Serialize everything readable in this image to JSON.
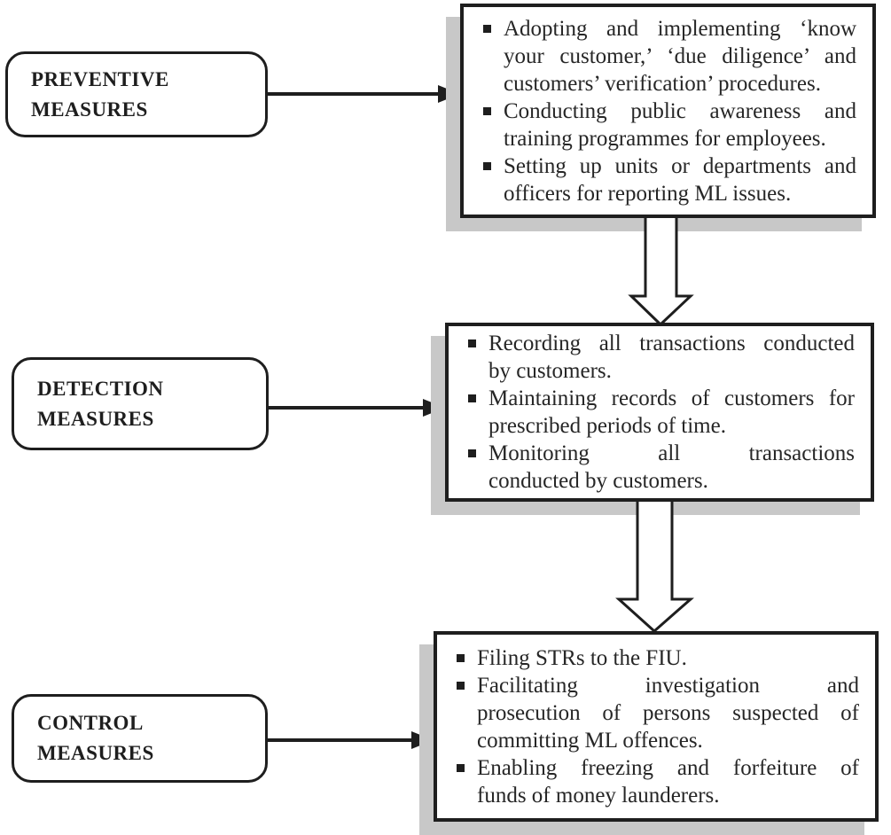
{
  "diagram": {
    "title_semantic": "Anti-money-laundering measures flow diagram",
    "rows": [
      {
        "label": {
          "lines": [
            "PREVENTIVE",
            "MEASURES"
          ]
        },
        "panel": {
          "bullets": [
            {
              "lines": [
                "Adopting and implementing ‘know",
                "your customer,’ ‘due diligence’ and",
                "customers’ verification’ procedures."
              ]
            },
            {
              "lines": [
                "Conducting public awareness and",
                "training programmes for employees."
              ]
            },
            {
              "lines": [
                "Setting up units or departments and",
                "officers for reporting ML issues."
              ]
            }
          ]
        }
      },
      {
        "label": {
          "lines": [
            "DETECTION",
            "MEASURES"
          ]
        },
        "panel": {
          "bullets": [
            {
              "lines": [
                "Recording all transactions conducted",
                "by customers."
              ]
            },
            {
              "lines": [
                "Maintaining records of customers for",
                "prescribed periods of time."
              ]
            },
            {
              "lines": [
                "Monitoring all transactions",
                "conducted by customers."
              ]
            }
          ]
        }
      },
      {
        "label": {
          "lines": [
            "CONTROL",
            "MEASURES"
          ]
        },
        "panel": {
          "bullets": [
            {
              "lines": [
                "Filing STRs to the FIU."
              ]
            },
            {
              "lines": [
                "Facilitating investigation and",
                "prosecution of persons suspected of",
                "committing ML offences."
              ]
            },
            {
              "lines": [
                "Enabling freezing and forfeiture of",
                "funds of money launderers."
              ]
            }
          ]
        }
      }
    ]
  },
  "icons": {
    "bullet": "black-square-bullet",
    "connector": "black-right-arrow",
    "flow": "white-outlined-down-block-arrow"
  },
  "colors": {
    "background": "#ffffff",
    "border": "#1e1e1e",
    "text": "#262626",
    "shadow": "#c8c8c8",
    "panel_background": "#ffffff"
  }
}
